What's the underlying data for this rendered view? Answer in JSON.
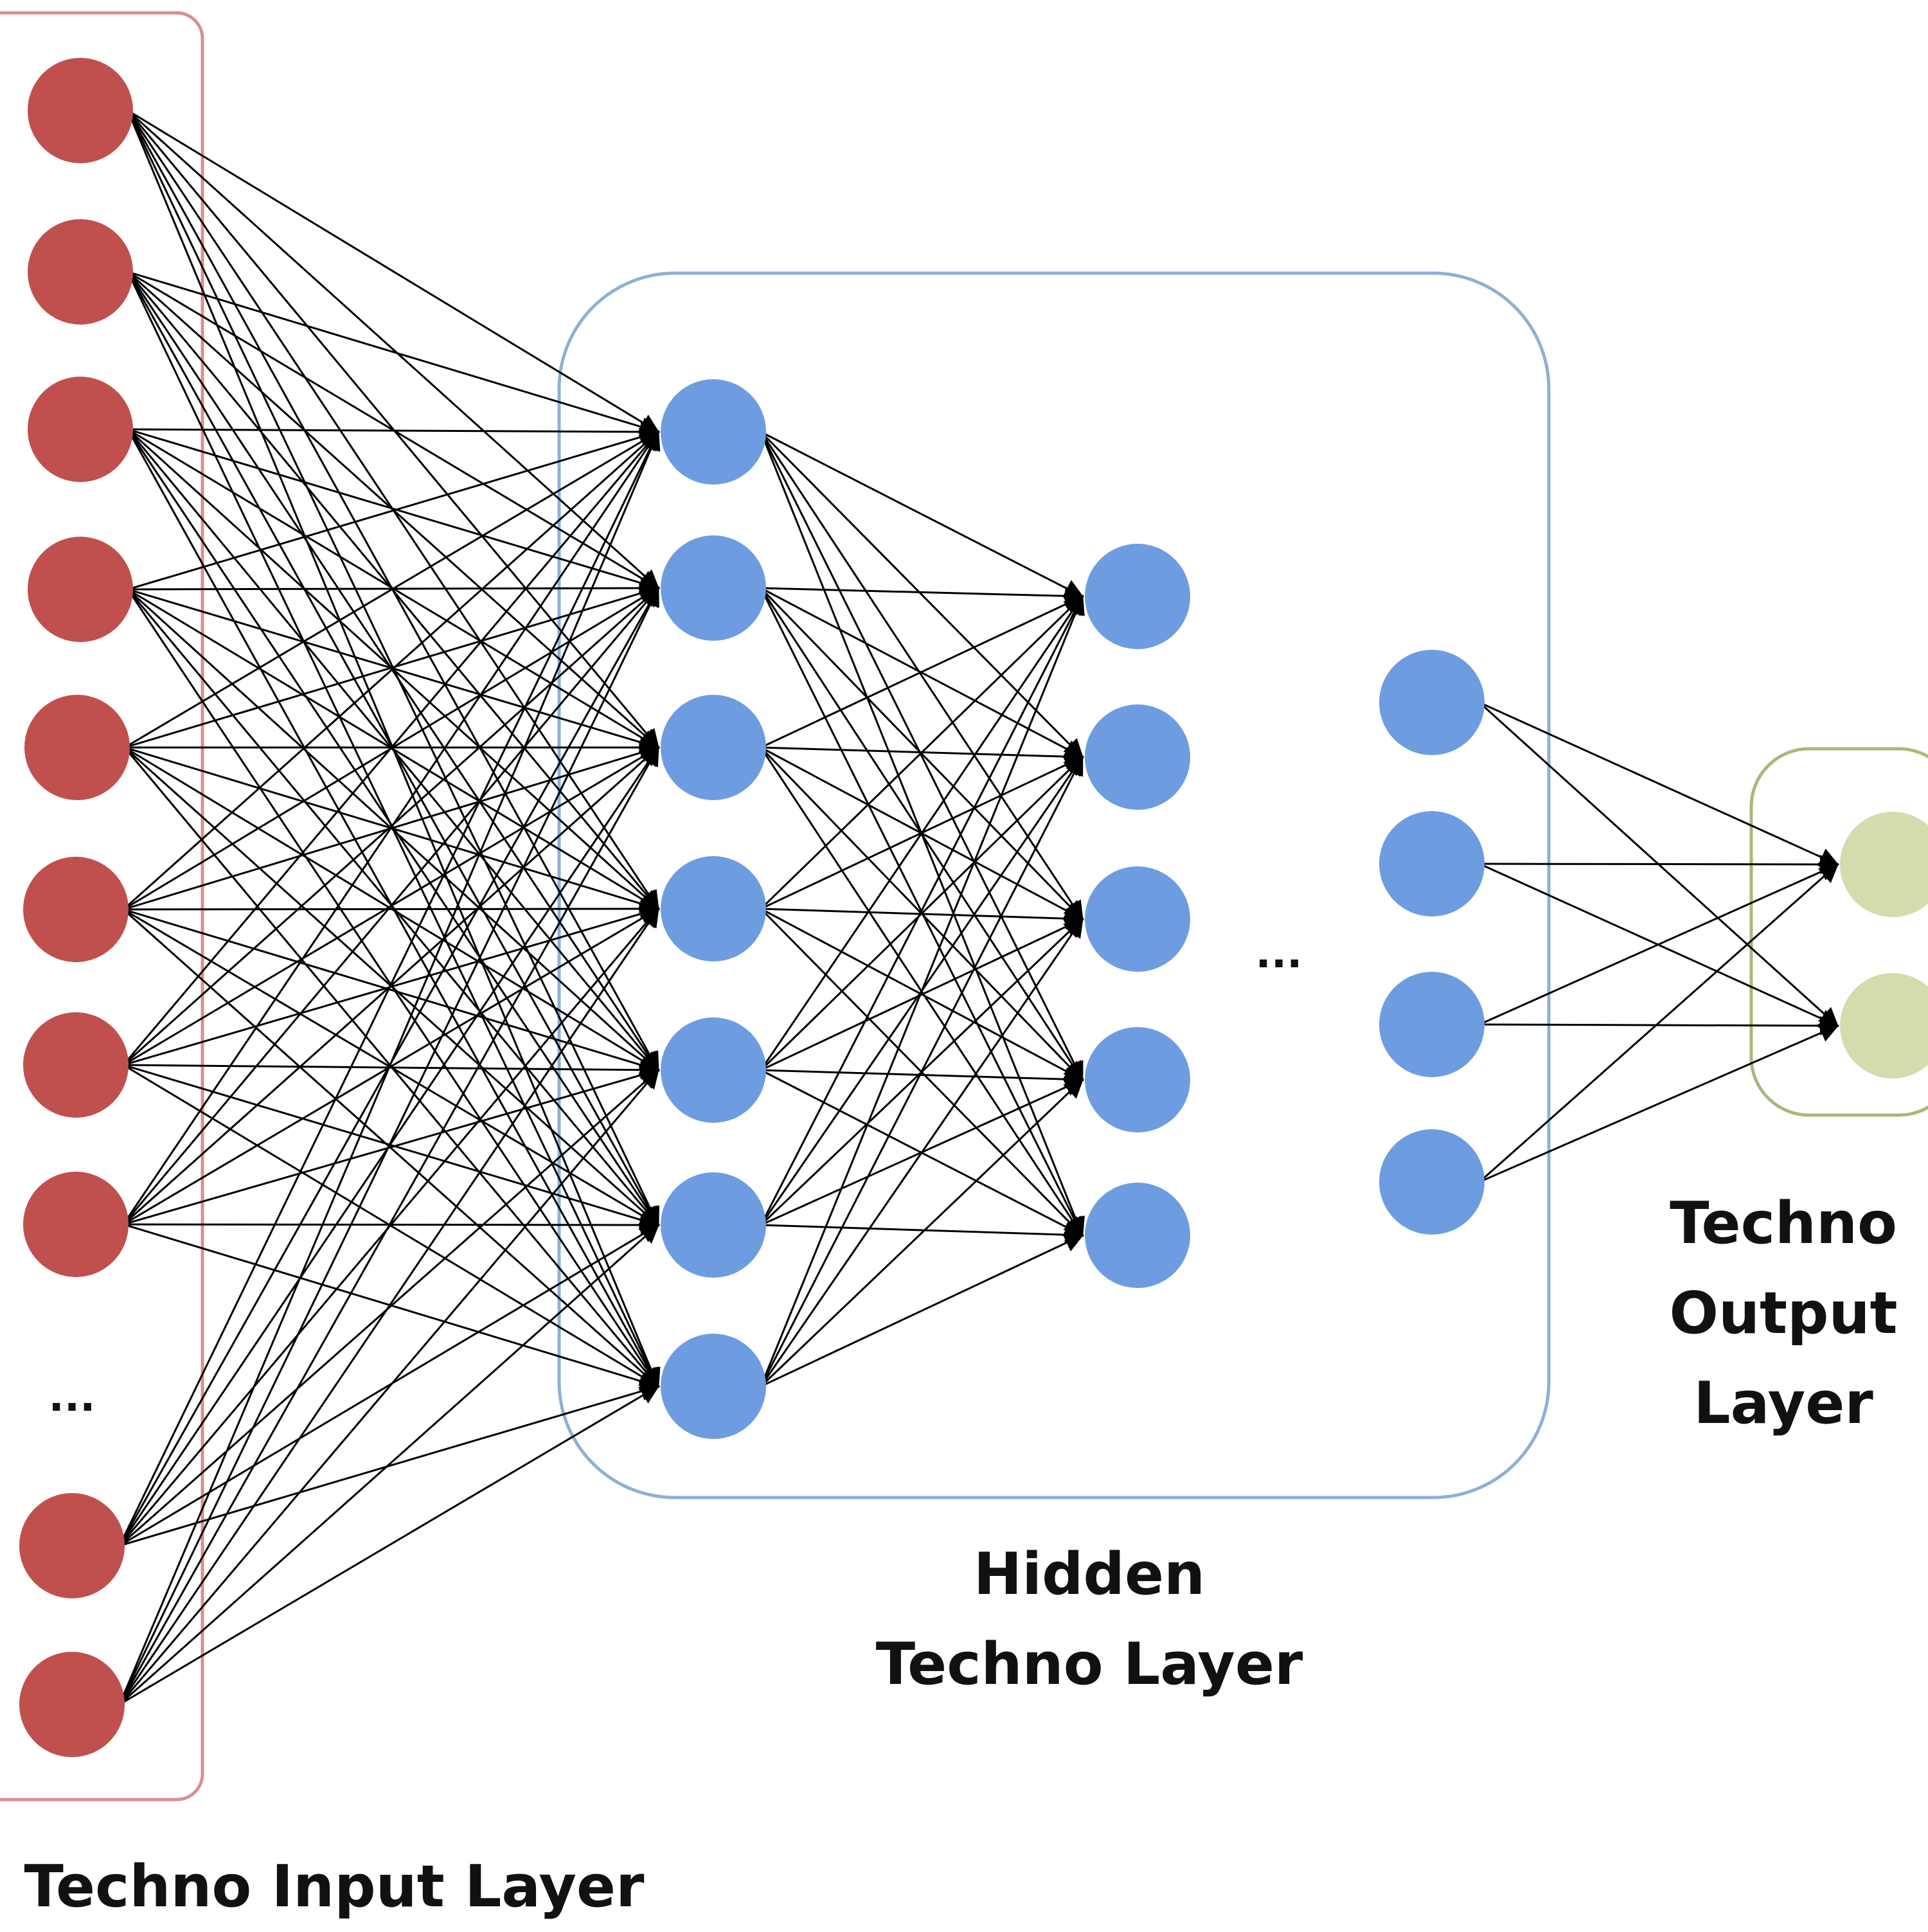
{
  "labels": {
    "input": "Techno Input Layer",
    "hidden": [
      "Hidden",
      "Techno Layer"
    ],
    "output": [
      "Techno",
      "Output",
      "Layer"
    ]
  },
  "ellipsis": "...",
  "network": {
    "input_neurons": 10,
    "hidden_layers_shown": [
      7,
      5,
      4
    ],
    "output_neurons": 2
  },
  "colors": {
    "input_node": "#c0504d",
    "input_box": "#d7908d",
    "hidden_node": "#6d9de0",
    "hidden_box": "#8db0d6",
    "output_node": "#d4dcae",
    "output_box": "#a6b978",
    "edge": "#000000"
  }
}
